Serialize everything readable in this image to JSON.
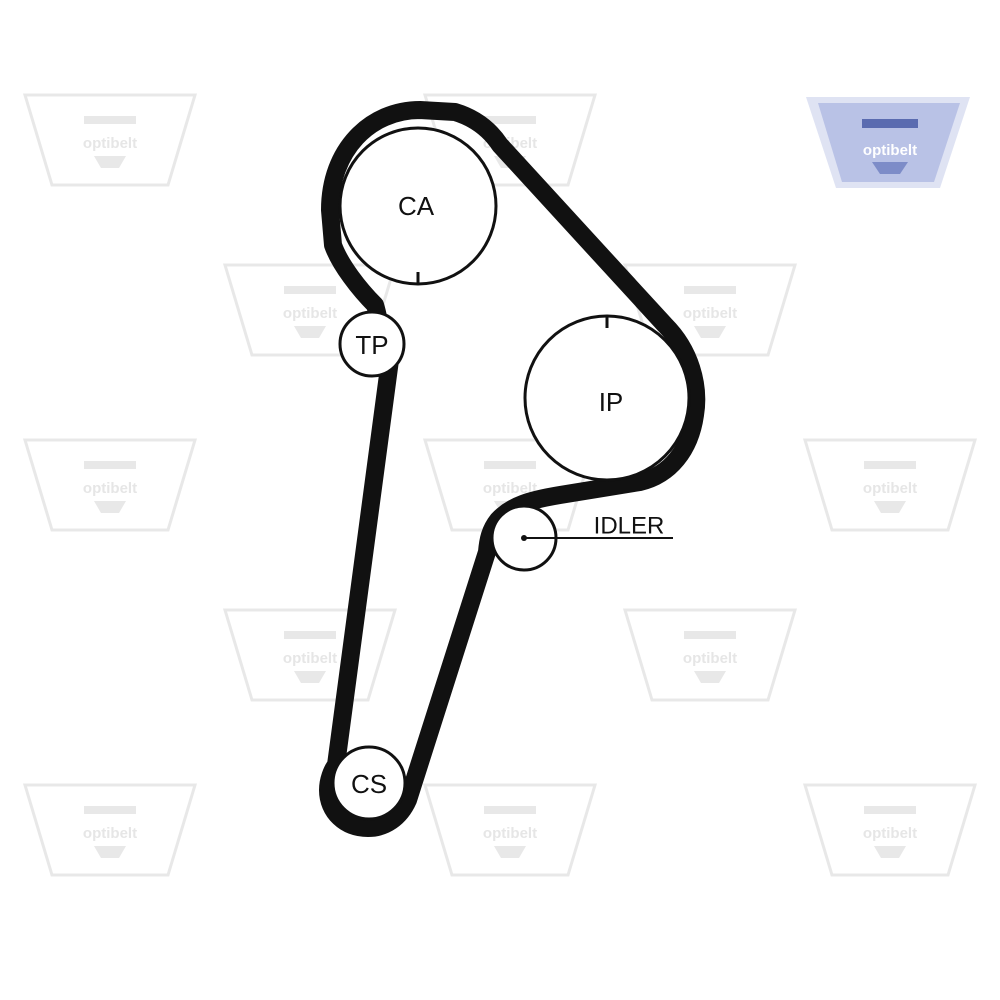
{
  "brand": {
    "logo_text": "optibelt",
    "logo_color": "#9aa7d8",
    "watermark_text": "optibelt",
    "watermark_color": "#e8e8e8"
  },
  "diagram": {
    "belt_color": "#111111",
    "pulleys": {
      "ca": "CA",
      "ip": "IP",
      "tp": "TP",
      "cs": "CS",
      "idler": "IDLER"
    }
  }
}
